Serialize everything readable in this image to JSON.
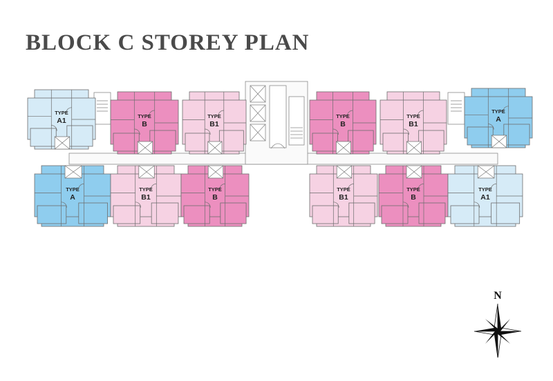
{
  "title": "BLOCK C STOREY PLAN",
  "compass": {
    "label": "N"
  },
  "colors": {
    "type_a1": "#d6ebf7",
    "type_a": "#8fcdee",
    "type_b": "#ec8fbf",
    "type_b1": "#f6d2e3",
    "line": "#6d6d6d"
  },
  "units": [
    {
      "row": "upper",
      "kind": "a1",
      "type_label": "TYPE",
      "code": "A1"
    },
    {
      "row": "upper",
      "kind": "b",
      "type_label": "TYPE",
      "code": "B"
    },
    {
      "row": "upper",
      "kind": "b1",
      "type_label": "TYPE",
      "code": "B1"
    },
    {
      "row": "upper",
      "kind": "b",
      "type_label": "TYPE",
      "code": "B"
    },
    {
      "row": "upper",
      "kind": "b1",
      "type_label": "TYPE",
      "code": "B1"
    },
    {
      "row": "upper",
      "kind": "a",
      "type_label": "TYPE",
      "code": "A"
    },
    {
      "row": "lower",
      "kind": "a",
      "type_label": "TYPE",
      "code": "A"
    },
    {
      "row": "lower",
      "kind": "b1",
      "type_label": "TYPE",
      "code": "B1"
    },
    {
      "row": "lower",
      "kind": "b",
      "type_label": "TYPE",
      "code": "B"
    },
    {
      "row": "lower",
      "kind": "b1",
      "type_label": "TYPE",
      "code": "B1"
    },
    {
      "row": "lower",
      "kind": "b",
      "type_label": "TYPE",
      "code": "B"
    },
    {
      "row": "lower",
      "kind": "a1",
      "type_label": "TYPE",
      "code": "A1"
    }
  ]
}
